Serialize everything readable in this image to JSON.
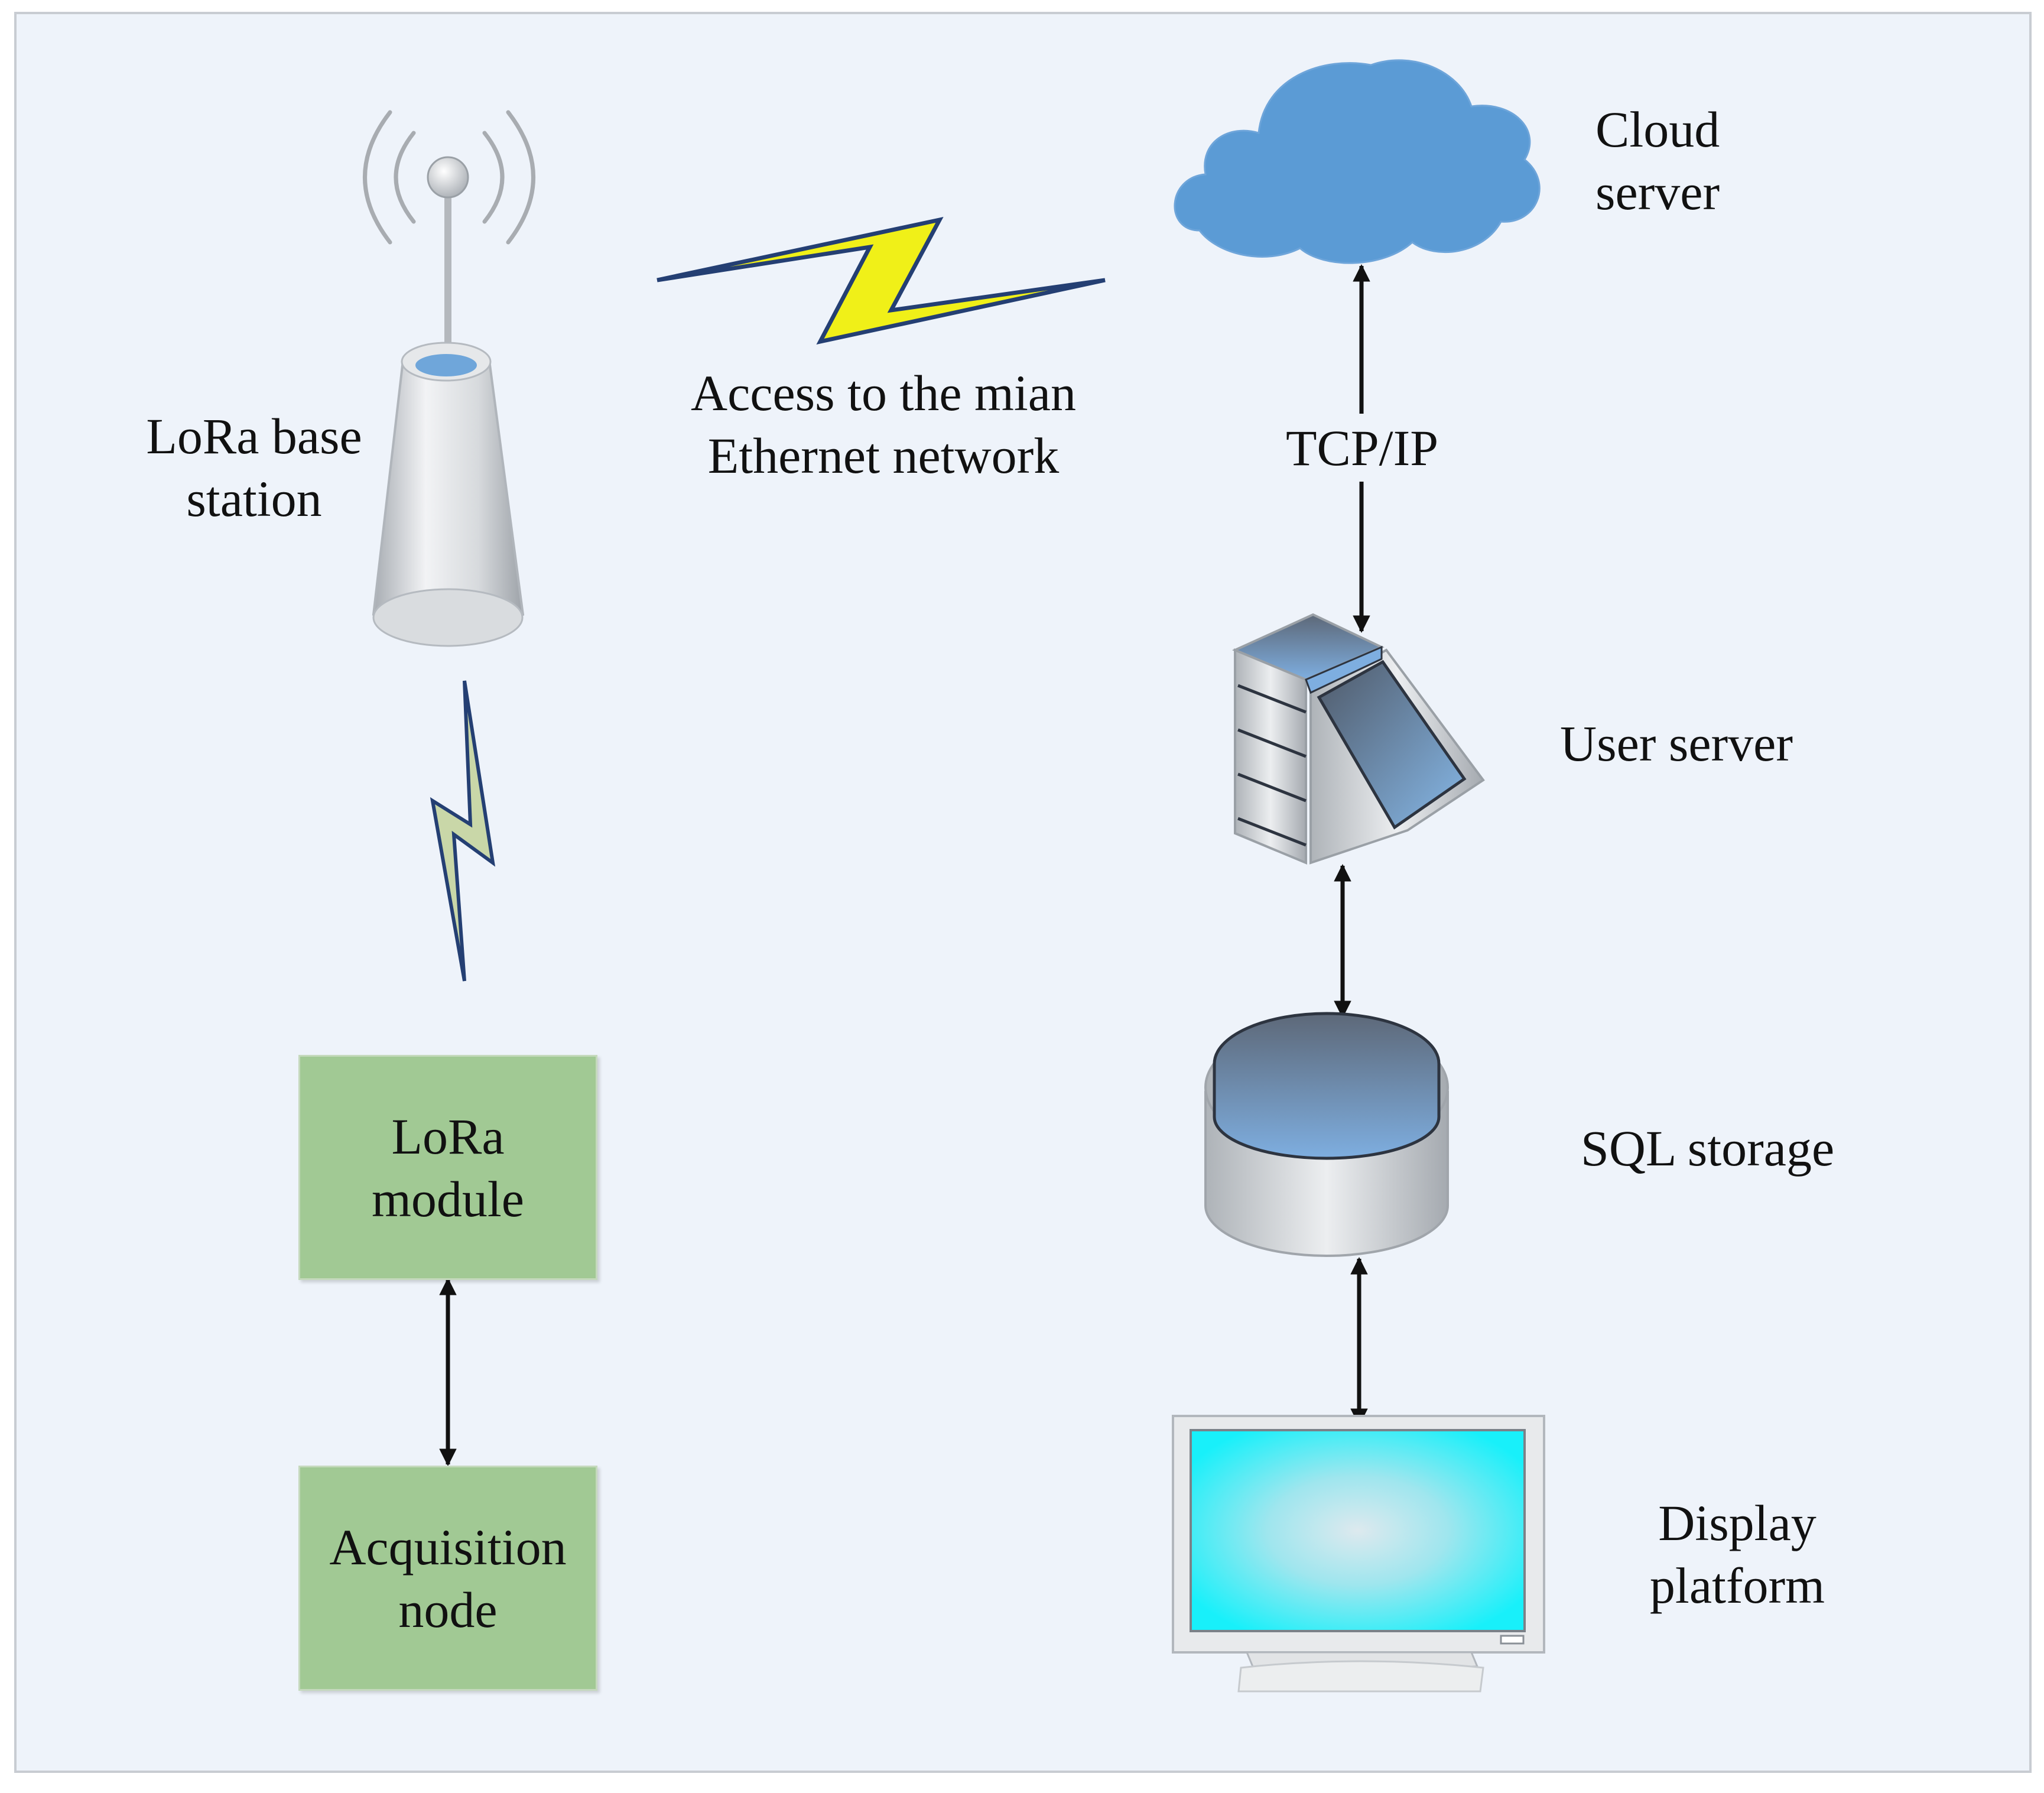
{
  "diagram": {
    "labels": {
      "base_station_line1": "LoRa base",
      "base_station_line2": "station",
      "access_line1": "Access to the mian",
      "access_line2": "Ethernet network",
      "cloud_line1": "Cloud",
      "cloud_line2": "server",
      "protocol": "TCP/IP",
      "user_server": "User server",
      "sql_storage": "SQL storage",
      "display_line1": "Display",
      "display_line2": "platform",
      "lora_module_line1": "LoRa",
      "lora_module_line2": "module",
      "acquisition_line1": "Acquisition",
      "acquisition_line2": "node"
    },
    "icons": {
      "base_station": "antenna-tower-icon",
      "cloud": "cloud-icon",
      "user_server": "server-rack-icon",
      "sql_storage": "database-cylinder-icon",
      "display": "monitor-icon",
      "wireless_long": "lightning-link-icon",
      "wireless_short": "lightning-link-icon"
    },
    "colors": {
      "background": "#eef3fa",
      "border": "#c8ccd2",
      "box_fill": "#a1c994",
      "cloud_fill": "#5b9bd5",
      "bolt_yellow": "#f0f018",
      "bolt_green": "#c9d7a8",
      "bolt_stroke": "#243f73",
      "screen": "#20f0f8"
    }
  }
}
